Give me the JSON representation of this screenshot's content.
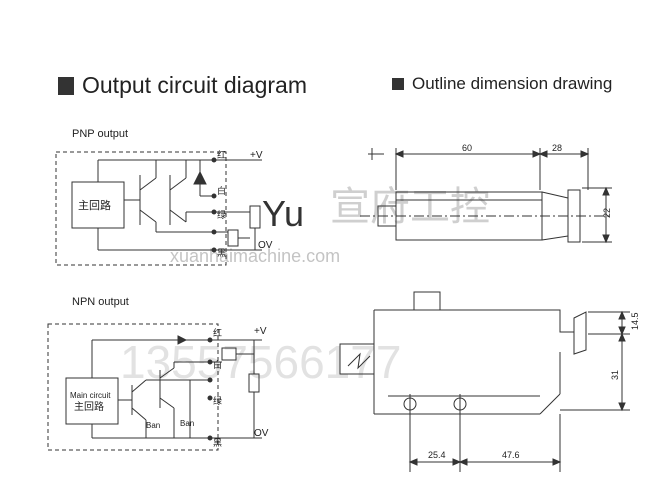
{
  "headers": {
    "output": "Output circuit diagram",
    "outline": "Outline dimension drawing"
  },
  "pnp": {
    "label": "PNP output",
    "block": "主回路",
    "wire_red": "红",
    "wire_white": "白",
    "wire_green": "绿",
    "wire_black": "黑",
    "vplus": "+V",
    "ov": "OV"
  },
  "npn": {
    "label": "NPN output",
    "block_top": "Main circuit",
    "block_bottom": "主回路",
    "wire_red": "红",
    "wire_white": "白",
    "wire_green": "绿",
    "wire_black": "黑",
    "vplus": "+V",
    "ov": "OV",
    "ban1": "Ban",
    "ban2": "Ban"
  },
  "dims": {
    "top_len": "60",
    "top_cap": "28",
    "top_dia": "22",
    "bot_h1": "14.5",
    "bot_h2": "31",
    "bot_w1": "25.4",
    "bot_w2": "47.6"
  },
  "watermark": {
    "big": "Yu",
    "url": "xuanhaimachine.com",
    "cn": "宣府工控",
    "phone": "13557566177"
  }
}
